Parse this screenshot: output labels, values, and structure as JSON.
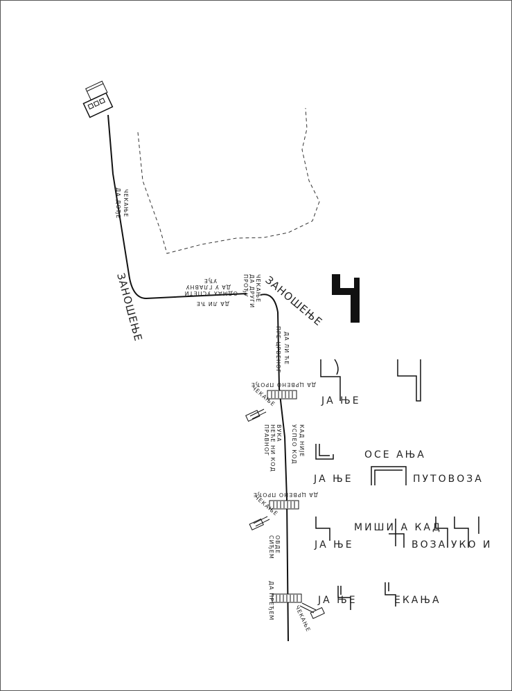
{
  "route_labels": {
    "wait_arrive": [
      "ЧЕКАЊЕ",
      "ДА ДОЂЕ"
    ],
    "drift_1": "ЗАНОШЕЊЕ",
    "main_enter": [
      "ДА ЛИ ЋЕ",
      "ОДМАХ УСПЕТИ",
      "ДА У ГЛАВНУ",
      "УЂЕ"
    ],
    "wait_others": [
      "ЧЕКАЊЕ",
      "ДА ДРУГИ",
      "ПРОЂУ"
    ],
    "drift_2": "ЗАНОШЕЊЕ",
    "before_red": [
      "ДА ЛИ ЋЕ",
      "ПРЕ ЦРВЕНОГ"
    ],
    "red_pass_1": "ДА ЦРВЕНО ПРОЂЕ",
    "waiting_1": "ЧЕКАЊЕ",
    "vuk": [
      "КАД НИЈЕ",
      "УСПЕО КОД",
      "ВУКА",
      "НЕЋЕ НИ КОД",
      "ПРАВНОГ"
    ],
    "red_pass_2": "ДА ЦРВЕНО ПРОЂЕ",
    "waiting_2": "ЧЕКАЊЕ",
    "get_off": [
      "ОВДЕ",
      "СИЂЕМ"
    ],
    "cross": "ДА ПРЕЂЕМ",
    "waiting_3": "ЧЕКАЊЕ"
  },
  "legend": {
    "row1": "ЈА ЊЕ",
    "row2a": "ОСЕ АЊА",
    "row2b": "ЈА ЊЕ",
    "row2c": "ПУТОВОЗА",
    "row3a": "МИШИ А КАД",
    "row3b": "ЈА ЊЕ",
    "row3c": "ВОЗА",
    "row3d": "УКО И",
    "row4a": "ЈА ЊЕ",
    "row4b": "ЕКАЊА"
  }
}
